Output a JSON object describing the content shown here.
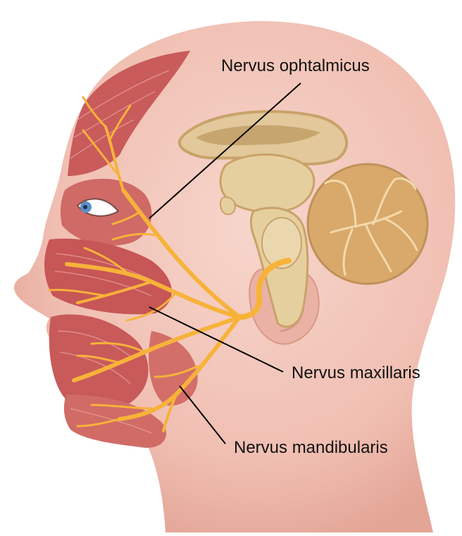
{
  "labels": {
    "ophthalmic": "Nervus ophtalmicus",
    "maxillary": "Nervus maxillaris",
    "mandibular": "Nervus mandibularis"
  },
  "colors": {
    "skin": "#f2c1b6",
    "skin_shadow": "#e9aea1",
    "muscle": "#c85a5a",
    "muscle_light": "#dc7d78",
    "nerve": "#f7b23a",
    "brain": "#e4cc98",
    "brain_dark": "#c9a26a",
    "cerebellum": "#d8a96b",
    "leader_line": "#000000",
    "text": "#111111"
  }
}
